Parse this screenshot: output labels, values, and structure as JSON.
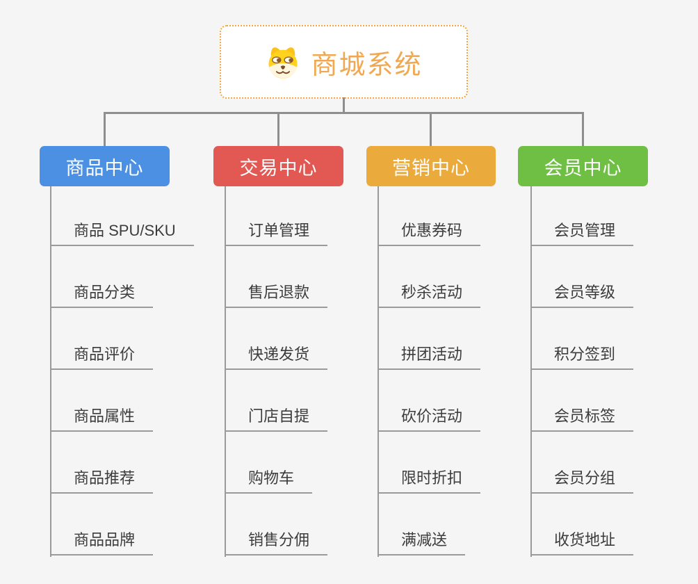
{
  "page": {
    "background": "#f5f5f5",
    "connector_color": "#8e8e8e",
    "leaf_line_color": "#9a9a9a"
  },
  "root": {
    "title": "商城系统",
    "icon": "dog-face-icon",
    "text_color": "#f0a851",
    "border_color": "#f4a63c"
  },
  "branches": [
    {
      "label": "商品中心",
      "color": "#4b90e2",
      "items": [
        "商品 SPU/SKU",
        "商品分类",
        "商品评价",
        "商品属性",
        "商品推荐",
        "商品品牌"
      ]
    },
    {
      "label": "交易中心",
      "color": "#e25852",
      "items": [
        "订单管理",
        "售后退款",
        "快递发货",
        "门店自提",
        "购物车",
        "销售分佣"
      ]
    },
    {
      "label": "营销中心",
      "color": "#eaaa3c",
      "items": [
        "优惠券码",
        "秒杀活动",
        "拼团活动",
        "砍价活动",
        "限时折扣",
        "满减送"
      ]
    },
    {
      "label": "会员中心",
      "color": "#6fbf44",
      "items": [
        "会员管理",
        "会员等级",
        "积分签到",
        "会员标签",
        "会员分组",
        "收货地址"
      ]
    }
  ]
}
